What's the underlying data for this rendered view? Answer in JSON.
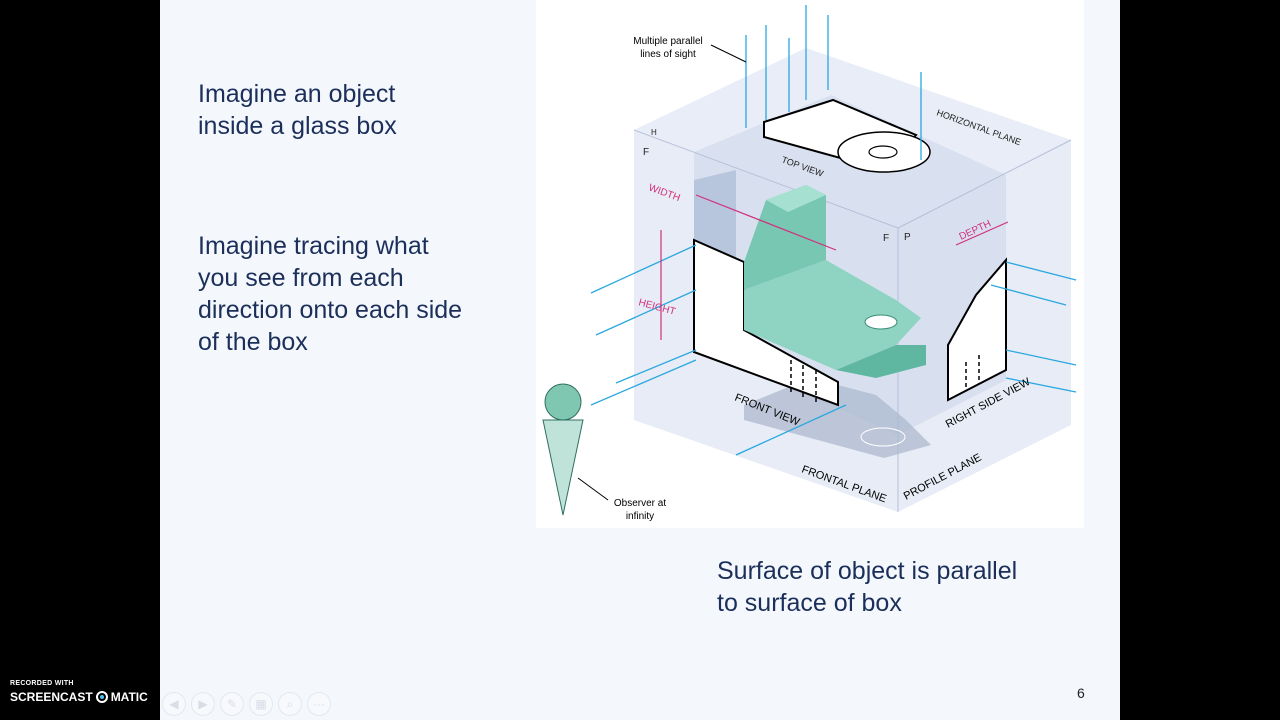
{
  "slide": {
    "block1": [
      "Imagine an object",
      "inside a glass box"
    ],
    "block2": [
      "Imagine tracing what",
      "you see from each",
      "direction onto each side",
      "of the box"
    ],
    "block3": [
      "Surface of object is parallel",
      "to surface of box"
    ],
    "page_number": "6"
  },
  "figure": {
    "labels": {
      "lines_of_sight": [
        "Multiple parallel",
        "lines of sight"
      ],
      "horizontal_plane": "HORIZONTAL PLANE",
      "top_view": "TOP VIEW",
      "h": "H",
      "f_corner": "F",
      "f_mid": "F",
      "p_mid": "P",
      "width": "WIDTH",
      "depth": "DEPTH",
      "height": "HEIGHT",
      "front_view": "FRONT VIEW",
      "right_side_view": "RIGHT SIDE VIEW",
      "frontal_plane": "FRONTAL PLANE",
      "profile_plane": "PROFILE PLANE",
      "observer": [
        "Observer at",
        "infinity"
      ]
    },
    "colors": {
      "object": "#8fd3c2",
      "glass": "#d6dff0",
      "sight_lines": "#2aa8df",
      "dimension": "#d0307a"
    }
  },
  "toolbar": {
    "icons": [
      "back-icon",
      "forward-icon",
      "pen-icon",
      "slides-icon",
      "zoom-icon",
      "more-icon"
    ],
    "glyphs": [
      "◀",
      "▶",
      "✎",
      "▦",
      "⌕",
      "···"
    ]
  },
  "watermark": {
    "line1": "RECORDED WITH",
    "brand_left": "SCREENCAST",
    "brand_right": "MATIC"
  }
}
